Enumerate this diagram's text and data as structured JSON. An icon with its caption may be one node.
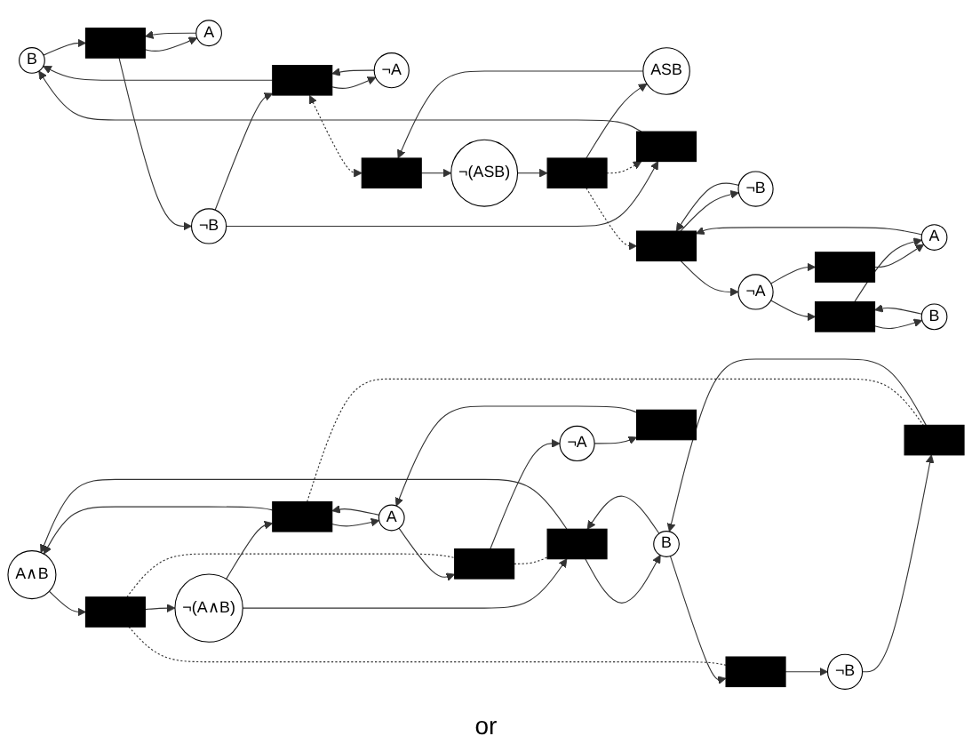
{
  "diagram": {
    "nodes": [
      {
        "text": [
          "B"
        ]
      },
      {
        "text": [
          "ASB"
        ]
      },
      {
        "text": [
          "A"
        ]
      },
      {
        "text": [
          "A"
        ]
      },
      {
        "text": [
          "¬A"
        ]
      },
      {
        "text": [
          "¬B"
        ]
      },
      {
        "text": [
          "B"
        ]
      },
      {
        "text": [],
        "shape": "bar"
      },
      {
        "text": [],
        "shape": "bar"
      },
      {
        "text": [],
        "shape": "bar"
      },
      {
        "text": [],
        "shape": "bar"
      },
      {
        "text": [],
        "shape": "bar"
      },
      {
        "text": [],
        "shape": "bar"
      },
      {
        "text": [],
        "shape": "bar"
      },
      {
        "text": [],
        "shape": "bar"
      },
      {
        "text": [
          "¬B"
        ]
      },
      {
        "text": [
          "¬(ASB)"
        ]
      },
      {
        "text": [
          "¬A"
        ]
      },
      {
        "text": [
          "A∧B"
        ]
      },
      {
        "text": [
          "A"
        ]
      },
      {
        "text": [
          "B"
        ]
      },
      {
        "text": [],
        "shape": "bar"
      },
      {
        "text": [],
        "shape": "bar"
      },
      {
        "text": [],
        "shape": "bar"
      },
      {
        "text": [],
        "shape": "bar"
      },
      {
        "text": [],
        "shape": "bar"
      },
      {
        "text": [],
        "shape": "bar"
      },
      {
        "text": [],
        "shape": "bar"
      },
      {
        "text": [
          "¬A"
        ]
      },
      {
        "text": [
          "¬(A∧B)"
        ]
      },
      {
        "text": [
          "¬B"
        ]
      }
    ],
    "edges": [
      {
        "from": 3,
        "to": 7,
        "arrow": "to"
      },
      {
        "from": 7,
        "to": 3,
        "arrow": "to"
      },
      {
        "from": 0,
        "to": 7,
        "arrow": "to"
      },
      {
        "from": 7,
        "to": 15,
        "arrow": "to"
      },
      {
        "from": 15,
        "to": 8,
        "arrow": "to"
      },
      {
        "from": 8,
        "to": 0,
        "arrow": "to"
      },
      {
        "from": 15,
        "to": 9,
        "arrow": "to"
      },
      {
        "from": 9,
        "to": 0,
        "arrow": "to"
      },
      {
        "from": 4,
        "to": 9,
        "arrow": "to"
      },
      {
        "from": 9,
        "to": 4,
        "arrow": "to"
      },
      {
        "from": 9,
        "to": 10,
        "arrow": "both",
        "style": "dashed"
      },
      {
        "from": 1,
        "to": 10,
        "arrow": "to"
      },
      {
        "from": 10,
        "to": 16,
        "arrow": "to"
      },
      {
        "from": 16,
        "to": 11,
        "arrow": "to"
      },
      {
        "from": 11,
        "to": 1,
        "arrow": "to"
      },
      {
        "from": 11,
        "to": 8,
        "arrow": "to",
        "style": "dashed"
      },
      {
        "from": 11,
        "to": 12,
        "arrow": "to",
        "style": "dashed"
      },
      {
        "from": 5,
        "to": 12,
        "arrow": "to"
      },
      {
        "from": 12,
        "to": 5,
        "arrow": "to"
      },
      {
        "from": 2,
        "to": 12,
        "arrow": "to"
      },
      {
        "from": 12,
        "to": 17,
        "arrow": "to"
      },
      {
        "from": 17,
        "to": 13,
        "arrow": "to"
      },
      {
        "from": 13,
        "to": 2,
        "arrow": "to"
      },
      {
        "from": 17,
        "to": 14,
        "arrow": "to"
      },
      {
        "from": 14,
        "to": 2,
        "arrow": "to"
      },
      {
        "from": 6,
        "to": 14,
        "arrow": "to"
      },
      {
        "from": 14,
        "to": 6,
        "arrow": "to"
      },
      {
        "from": 28,
        "to": 21,
        "arrow": "to"
      },
      {
        "from": 21,
        "to": 19,
        "arrow": "to"
      },
      {
        "from": 19,
        "to": 22,
        "arrow": "to"
      },
      {
        "from": 22,
        "to": 28,
        "arrow": "to"
      },
      {
        "from": 19,
        "to": 23,
        "arrow": "to"
      },
      {
        "from": 29,
        "to": 23,
        "arrow": "to"
      },
      {
        "from": 23,
        "to": 19,
        "arrow": "to"
      },
      {
        "from": 23,
        "to": 18,
        "arrow": "to"
      },
      {
        "from": 18,
        "to": 24,
        "arrow": "to"
      },
      {
        "from": 24,
        "to": 29,
        "arrow": "to"
      },
      {
        "from": 20,
        "to": 25,
        "arrow": "to"
      },
      {
        "from": 29,
        "to": 25,
        "arrow": "to"
      },
      {
        "from": 25,
        "to": 18,
        "arrow": "to"
      },
      {
        "from": 25,
        "to": 20,
        "arrow": "to"
      },
      {
        "from": 20,
        "to": 26,
        "arrow": "to"
      },
      {
        "from": 26,
        "to": 30,
        "arrow": "to"
      },
      {
        "from": 30,
        "to": 27,
        "arrow": "to"
      },
      {
        "from": 27,
        "to": 20,
        "arrow": "to"
      },
      {
        "from": 22,
        "to": 25,
        "arrow": "none",
        "style": "dashed"
      },
      {
        "from": 23,
        "to": 27,
        "arrow": "none",
        "style": "dashed"
      },
      {
        "from": 24,
        "to": 22,
        "arrow": "none",
        "style": "dashed"
      },
      {
        "from": 24,
        "to": 26,
        "arrow": "none",
        "style": "dashed"
      }
    ],
    "labels": [
      "or"
    ]
  }
}
